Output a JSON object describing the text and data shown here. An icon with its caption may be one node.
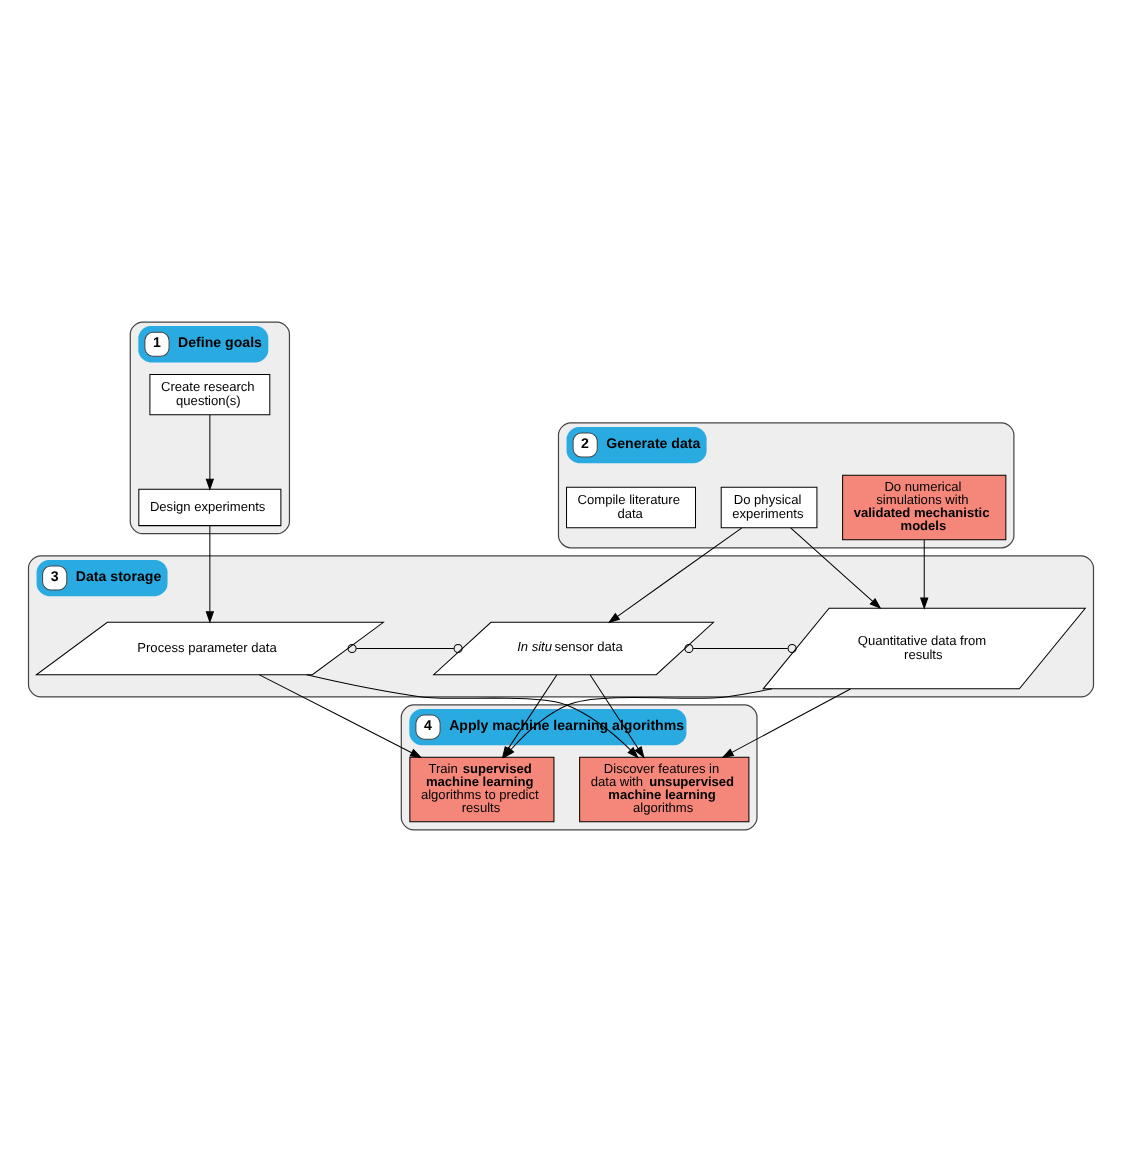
{
  "diagram": {
    "nodes": [
      {
        "text": [
          "1",
          "Define goals"
        ]
      },
      {
        "text": [
          "Create research question(s)"
        ],
        "in": 0
      },
      {
        "text": [
          "Design experiments"
        ],
        "in": 0
      },
      {
        "text": [
          "2",
          "Generate data"
        ]
      },
      {
        "text": [
          "Compile literature data"
        ],
        "in": 3
      },
      {
        "text": [
          "Do physical experiments"
        ],
        "in": 3
      },
      {
        "text": [
          "Do numerical simulations with **validated mechanistic models**"
        ],
        "in": 3
      },
      {
        "text": [
          "3",
          "Data storage"
        ]
      },
      {
        "text": [
          "Process parameter data"
        ],
        "in": 7
      },
      {
        "text": [
          "*In situ* sensor data"
        ],
        "in": 7
      },
      {
        "text": [
          "Quantitative data from results"
        ],
        "in": 7
      },
      {
        "text": [
          "4",
          "Apply machine learning algorithms"
        ]
      },
      {
        "text": [
          "Train **supervised machine learning** algorithms to predict results"
        ],
        "in": 11
      },
      {
        "text": [
          "Discover features in data with **unsupervised machine learning** algorithms"
        ],
        "in": 11
      }
    ],
    "edges": [
      {
        "from": 1,
        "to": 2,
        "arrow": "to"
      },
      {
        "from": 2,
        "to": 8,
        "arrow": "to"
      },
      {
        "from": 5,
        "to": 9,
        "arrow": "to"
      },
      {
        "from": 5,
        "to": 10,
        "arrow": "to"
      },
      {
        "from": 6,
        "to": 10,
        "arrow": "to"
      },
      {
        "from": 8,
        "to": 9,
        "arrow": "other"
      },
      {
        "from": 9,
        "to": 10,
        "arrow": "other"
      },
      {
        "from": 8,
        "to": 12,
        "arrow": "to"
      },
      {
        "from": 8,
        "to": 13,
        "arrow": "to"
      },
      {
        "from": 9,
        "to": 12,
        "arrow": "to"
      },
      {
        "from": 9,
        "to": 13,
        "arrow": "to"
      },
      {
        "from": 10,
        "to": 12,
        "arrow": "to"
      },
      {
        "from": 10,
        "to": 13,
        "arrow": "to"
      }
    ]
  }
}
